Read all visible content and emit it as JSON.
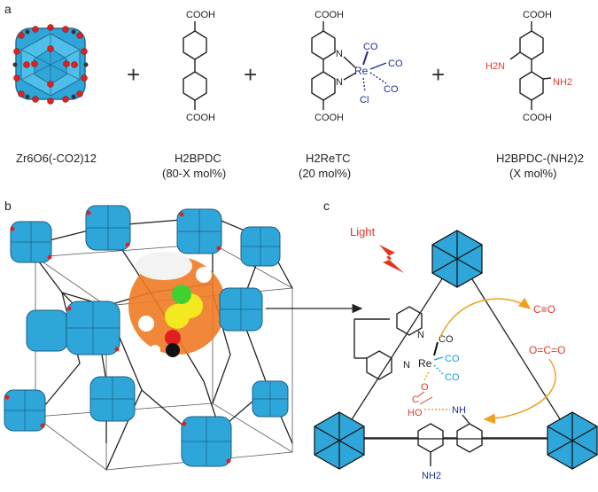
{
  "panels": {
    "a": "a",
    "b": "b",
    "c": "c"
  },
  "panel_a": {
    "labels": {
      "cluster": "Zr6O6(-CO2)12",
      "linker1": "H2BPDC",
      "linker1_ratio": "(80-X mol%)",
      "linker2": "H2ReTC",
      "linker2_ratio": "(20 mol%)",
      "linker3": "H2BPDC-(NH2)2",
      "linker3_ratio": "(X mol%)"
    },
    "groups": {
      "cooh": "COOH",
      "co": "CO",
      "cl": "Cl",
      "re": "Re",
      "n": "N",
      "nh2_left": "H2N",
      "nh2_right": "NH2"
    },
    "plus": "+"
  },
  "panel_c": {
    "light": "Light",
    "co_product": "C≡O",
    "co2": "O=C=O",
    "re": "Re",
    "co": "CO",
    "n": "N",
    "nh": "NH",
    "c": "C",
    "o": "O",
    "ho": "HO",
    "nh2": "NH2"
  },
  "colors": {
    "zr_blue": "#2fa6d9",
    "oxygen_red": "#e02020",
    "carbon_black": "#222222",
    "arrow_orange": "#f0a020",
    "light_red": "#e8321e",
    "re_blue": "#1f2f8f",
    "co_cyan": "#1aa0d8"
  }
}
